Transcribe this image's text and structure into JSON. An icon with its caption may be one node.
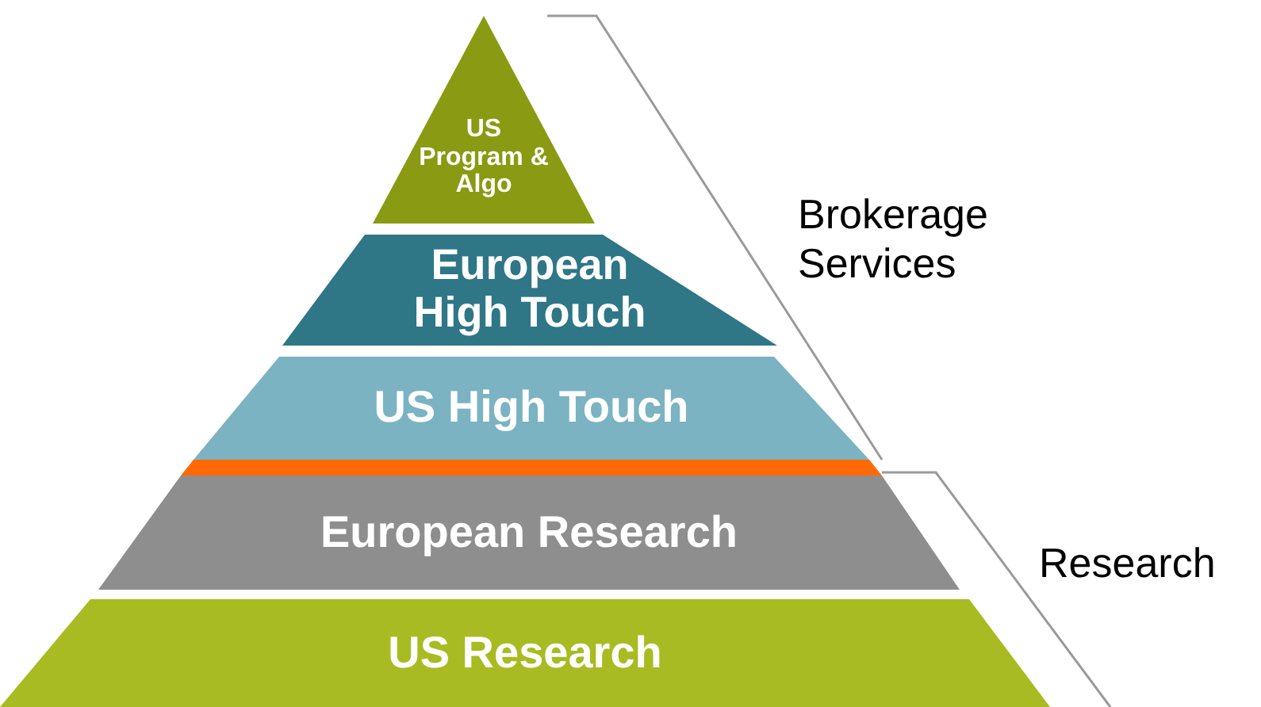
{
  "diagram": {
    "nodes": [
      {
        "text": [
          "US Program & Algo"
        ]
      },
      {
        "text": [
          "European High Touch"
        ]
      },
      {
        "text": [
          "US High Touch"
        ]
      },
      {
        "text": [],
        "shape": "bar"
      },
      {
        "text": [
          "European Research"
        ]
      },
      {
        "text": [
          "US Research"
        ]
      }
    ],
    "edges": [],
    "labels": [
      "Brokerage Services",
      "Research"
    ]
  }
}
